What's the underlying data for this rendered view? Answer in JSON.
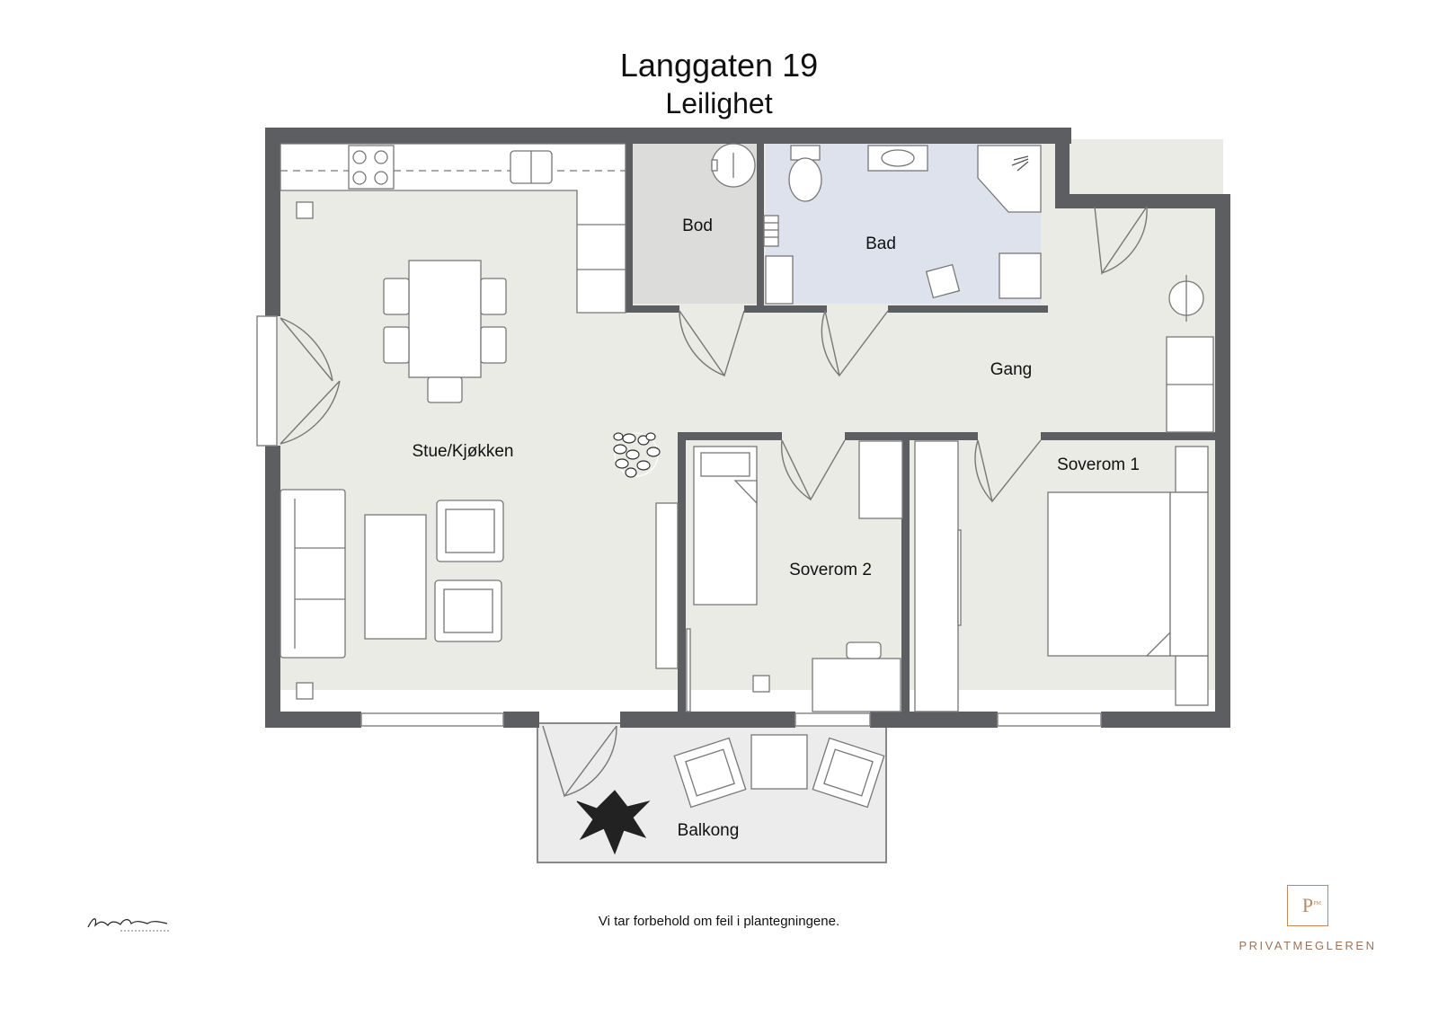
{
  "header": {
    "title": "Langgaten 19",
    "subtitle": "Leilighet"
  },
  "rooms": {
    "stue_kjokken": "Stue/Kjøkken",
    "bod": "Bod",
    "bad": "Bad",
    "gang": "Gang",
    "soverom1": "Soverom 1",
    "soverom2": "Soverom 2",
    "balkong": "Balkong"
  },
  "footer": {
    "disclaimer": "Vi tar forbehold om feil i plantegningene.",
    "brand_mark": "P",
    "brand_name": "PRIVATMEGLEREN",
    "photographer_signature": "Kristian T. Dalheren"
  },
  "colors": {
    "wall": "#5d5e62",
    "floor": "#ebebe5",
    "bod_floor": "#dcdcda",
    "bad_floor": "#dde2ec",
    "brand": "#b98a62"
  }
}
